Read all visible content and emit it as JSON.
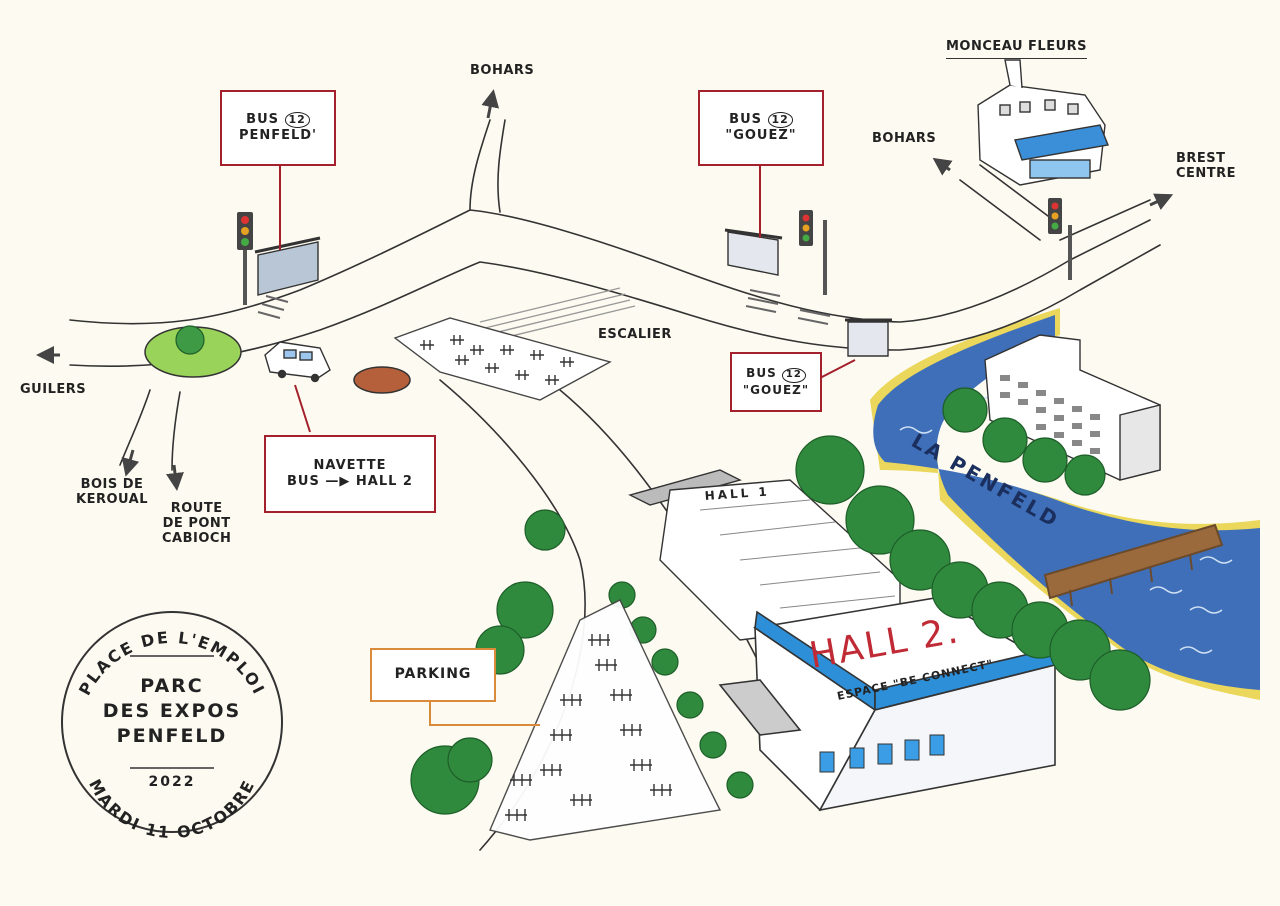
{
  "places": {
    "bohars_north": "BOHARS",
    "bohars_east": "BOHARS",
    "monceau_fleurs": "MONCEAU FLEURS",
    "brest_centre": "BREST\nCENTRE",
    "guilers": "GUILERS",
    "bois_de_keroual": "BOIS DE\nKEROUAL",
    "route_pont_cabioch": "ROUTE\nDE PONT\nCABIOCH",
    "escalier": "ESCALIER",
    "la_penfeld": "LA PENFELD",
    "hall1": "HALL 1"
  },
  "bus_stops": [
    {
      "line": "12",
      "prefix": "BUS",
      "name": "PENFELD'"
    },
    {
      "line": "12",
      "prefix": "BUS",
      "name": "\"GOUEZ\""
    },
    {
      "line": "12",
      "prefix": "BUS",
      "name": "\"GOUEZ\""
    }
  ],
  "shuttle": {
    "line1": "NAVETTE",
    "line2": "BUS —▶ HALL 2"
  },
  "parking": "PARKING",
  "hall2": {
    "title": "HALL 2.",
    "subtitle": "ESPACE \"BE CONNECT\""
  },
  "stamp": {
    "top_arc": "PLACE DE L'EMPLOI",
    "bottom_arc": "MARDI 11 OCTOBRE",
    "line1": "PARC",
    "line2": "DES EXPOS",
    "line3": "PENFELD",
    "year": "2022"
  },
  "colors": {
    "background": "#fdfbf1",
    "box_border": "#a3202c",
    "parking_border": "#d98a3b",
    "river": "#3f6fb8",
    "tree": "#2f8a3d",
    "roundabout_green": "#9ad35a",
    "roundabout_brown": "#b5603a",
    "hall2_blue": "#2d8fd8"
  }
}
